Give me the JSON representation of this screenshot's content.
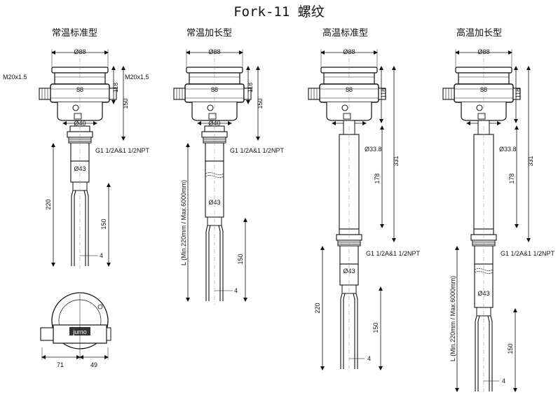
{
  "title": "Fork-11 螺纹",
  "variants": [
    {
      "label": "常温标准型"
    },
    {
      "label": "常温加长型"
    },
    {
      "label": "高温标准型"
    },
    {
      "label": "高温加长型"
    }
  ],
  "dims": {
    "d88": "Ø88",
    "w88": "88",
    "h118": "118",
    "h150": "150",
    "d40": "Ø40",
    "d43": "Ø43",
    "thread": "G1 1/2A&1 1/2NPT",
    "m20": "M20x1.5",
    "len220": "220",
    "fork150": "150",
    "tip4": "4",
    "ext_len": "L (Min.220mm / Max.6000mm)",
    "d338": "Ø33.8",
    "h331": "331",
    "h178": "178",
    "w71": "71",
    "w49": "49"
  },
  "logo_text": "jumo"
}
